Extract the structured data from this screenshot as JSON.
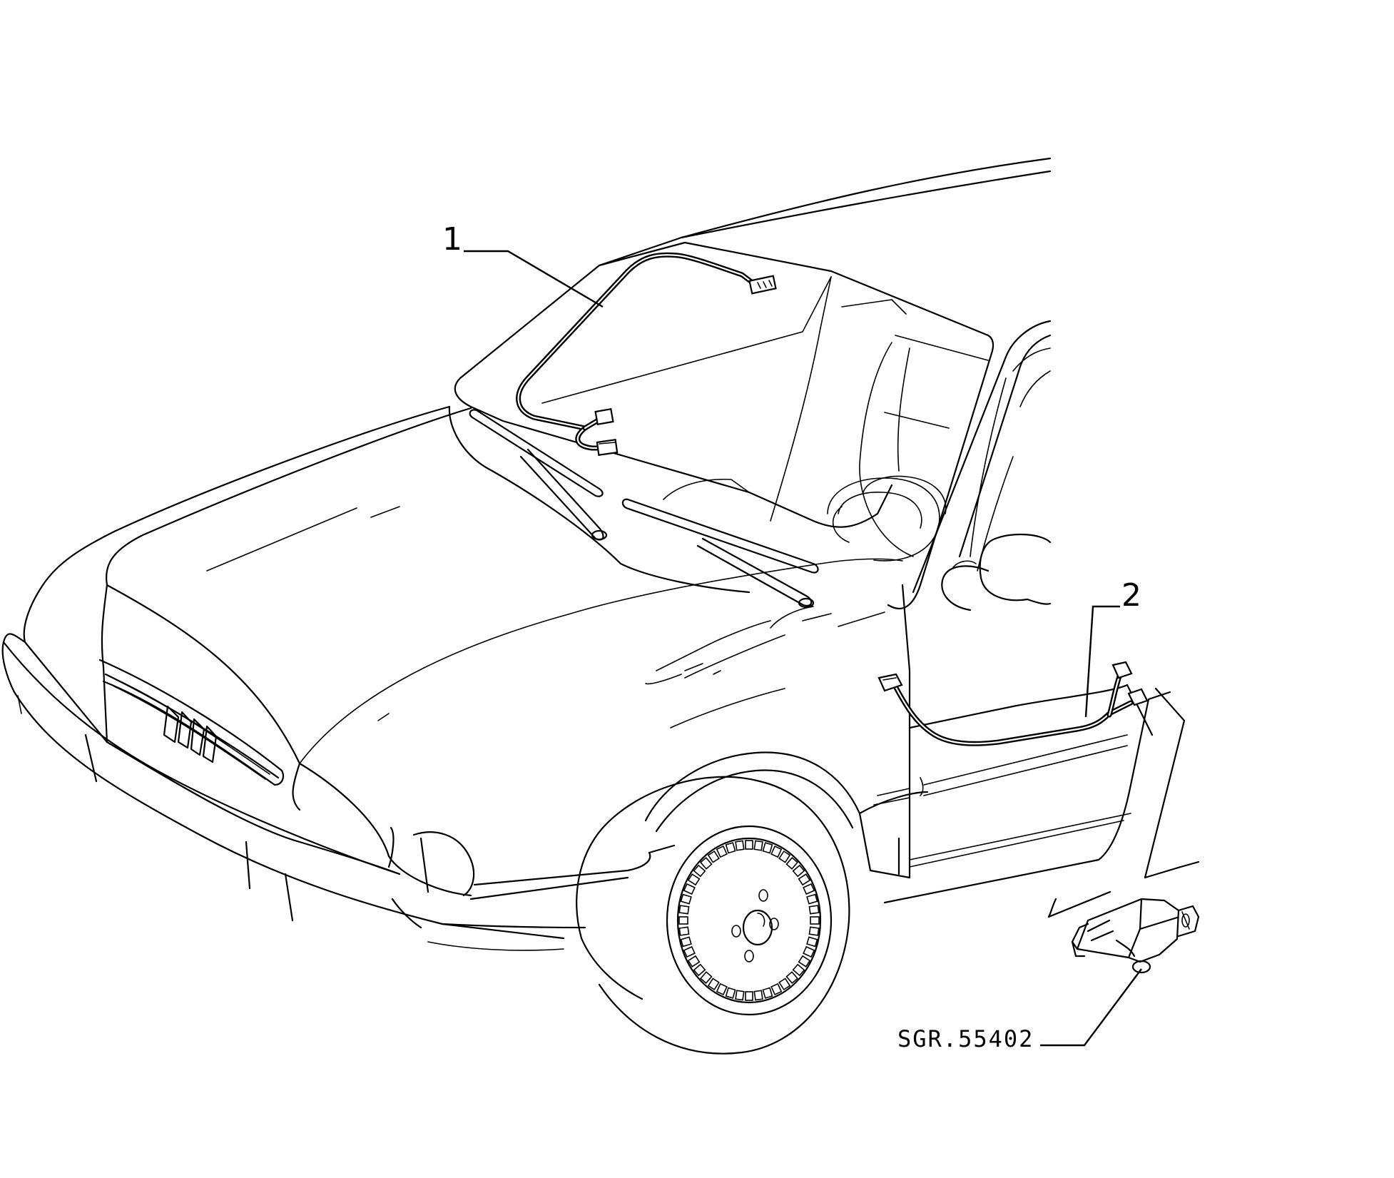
{
  "diagram": {
    "callouts": [
      {
        "label": "1",
        "part": "windscreen-harness"
      },
      {
        "label": "2",
        "part": "door-harness"
      }
    ],
    "reference_code": "SGR.55402"
  }
}
